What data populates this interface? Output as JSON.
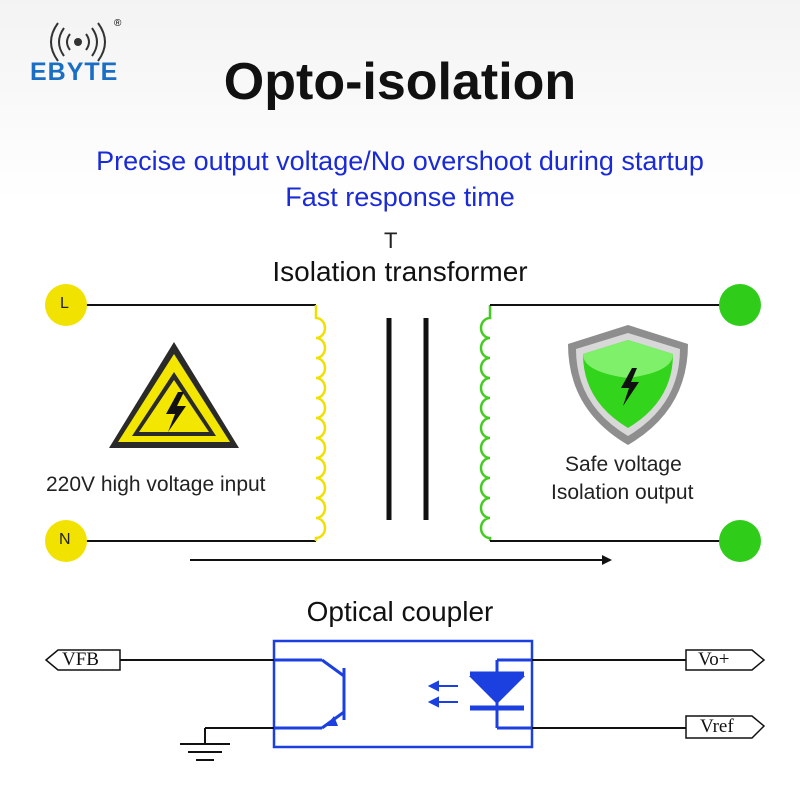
{
  "brand": {
    "name": "EBYTE",
    "registered_mark": "®",
    "color": "#1a6fc4"
  },
  "title": "Opto-isolation",
  "subtitle_lines": [
    "Precise output voltage/No overshoot during startup",
    "Fast response time"
  ],
  "subtitle_color": "#1a2bd6",
  "transformer": {
    "symbol": "T",
    "heading": "Isolation transformer",
    "input_terminals": [
      "L",
      "N"
    ],
    "input_label": "220V high voltage input",
    "output_label_lines": [
      "Safe voltage",
      "Isolation output"
    ],
    "icons": [
      "high-voltage-warning-icon",
      "safety-shield-icon"
    ],
    "colors": {
      "primary_coil": "#f0e000",
      "secondary_coil": "#44cc22",
      "terminal_input": "#f2e200",
      "terminal_output": "#2fcc1a"
    }
  },
  "coupler": {
    "heading": "Optical coupler",
    "pins": [
      "VFB",
      "Vo+",
      "Vref"
    ],
    "icons": [
      "phototransistor-icon",
      "led-icon",
      "ground-icon"
    ],
    "color": "#1c3fe0"
  }
}
